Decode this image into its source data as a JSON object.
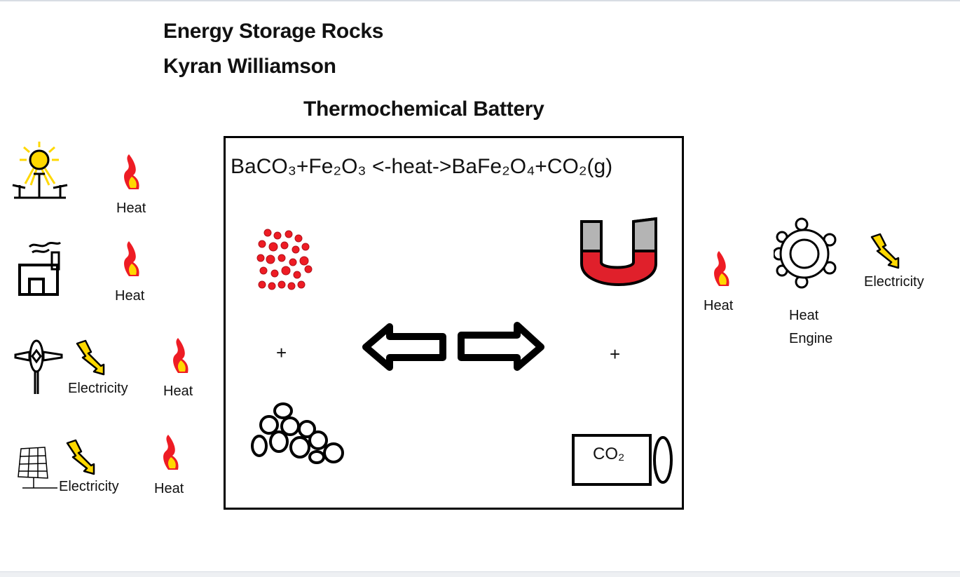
{
  "header": {
    "title": "Energy Storage Rocks",
    "author": "Kyran Williamson",
    "subtitle": "Thermochemical Battery"
  },
  "left_sources": [
    {
      "icon": "solar-concentrator-icon",
      "outputs": [
        "Heat"
      ]
    },
    {
      "icon": "factory-icon",
      "outputs": [
        "Heat"
      ]
    },
    {
      "icon": "wind-turbine-icon",
      "outputs": [
        "Electricity",
        "Heat"
      ]
    },
    {
      "icon": "solar-panel-icon",
      "outputs": [
        "Electricity",
        "Heat"
      ]
    }
  ],
  "battery": {
    "equation": "BaCO₃+Fe₂O₃ <-heat->BaFe₂O₄+CO₂(g)",
    "plus_left": "+",
    "plus_right": "+",
    "co2_label": "CO₂"
  },
  "right_output": {
    "heat_label": "Heat",
    "engine_label_line1": "Heat",
    "engine_label_line2": "Engine",
    "electricity_label": "Electricity"
  },
  "colors": {
    "flame_red": "#ee1c24",
    "flame_yellow": "#ffd800",
    "bolt_yellow": "#ffd800",
    "magnet_red": "#e0202b",
    "magnet_gray": "#b4b4b4"
  }
}
